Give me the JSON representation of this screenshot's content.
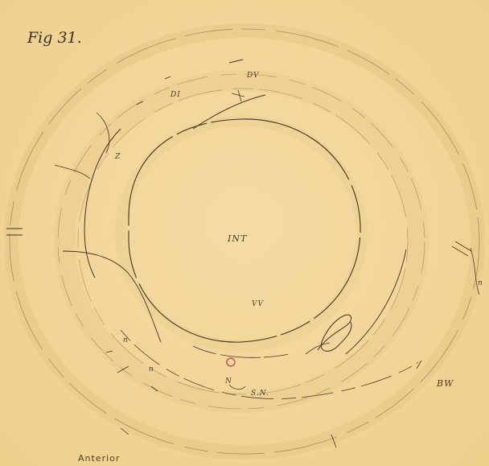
{
  "figure": {
    "title": "Fig 31.",
    "labels": {
      "dv": "DV",
      "di": "DI",
      "z": "Z",
      "int": "INT",
      "vv": "VV",
      "n_right": "n",
      "n_left_1": "n",
      "n_left_2": "n",
      "bw": "BW",
      "sn": "S.N.",
      "n_big": "N",
      "anterior": "Anterior"
    }
  },
  "colors": {
    "paper": "#f3d79a",
    "ink": "#4a3d2a",
    "faint_ink": "#b9a277",
    "accent_red": "#c0504d"
  }
}
